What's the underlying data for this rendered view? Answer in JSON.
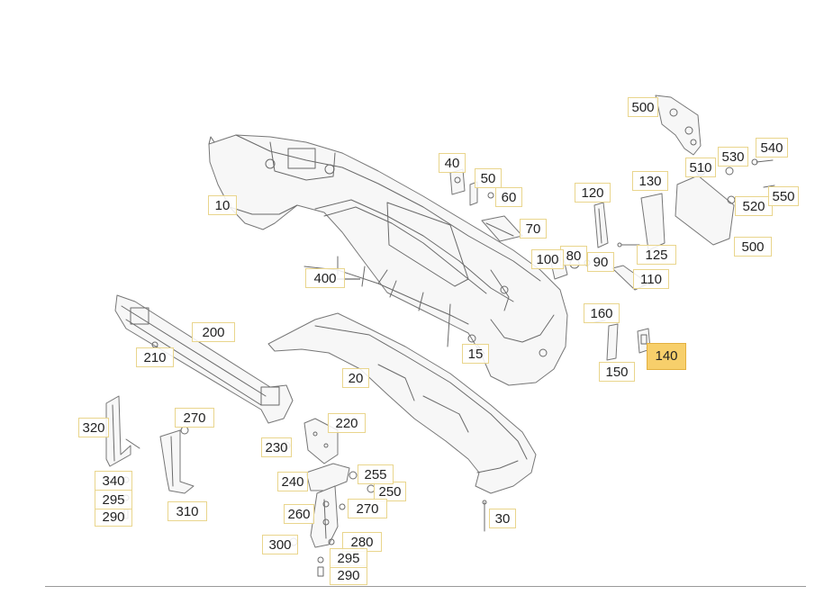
{
  "callouts": {
    "c10": "10",
    "c15": "15",
    "c20": "20",
    "c30": "30",
    "c40": "40",
    "c50": "50",
    "c60": "60",
    "c70": "70",
    "c80": "80",
    "c90": "90",
    "c100": "100",
    "c110": "110",
    "c120": "120",
    "c125": "125",
    "c130": "130",
    "c140": "140",
    "c150": "150",
    "c160": "160",
    "c200": "200",
    "c210": "210",
    "c220": "220",
    "c230": "230",
    "c240": "240",
    "c250": "250",
    "c255": "255",
    "c260": "260",
    "c270a": "270",
    "c270b": "270",
    "c280": "280",
    "c290a": "290",
    "c290b": "290",
    "c295a": "295",
    "c295b": "295",
    "c300": "300",
    "c310": "310",
    "c320": "320",
    "c340": "340",
    "c400": "400",
    "c500a": "500",
    "c500b": "500",
    "c510": "510",
    "c520": "520",
    "c530": "530",
    "c540": "540",
    "c550": "550"
  },
  "selected_part": "140",
  "colors": {
    "highlight": "#f7cf6b",
    "label_border": "#e9d58c",
    "line": "#6a6a6a"
  }
}
